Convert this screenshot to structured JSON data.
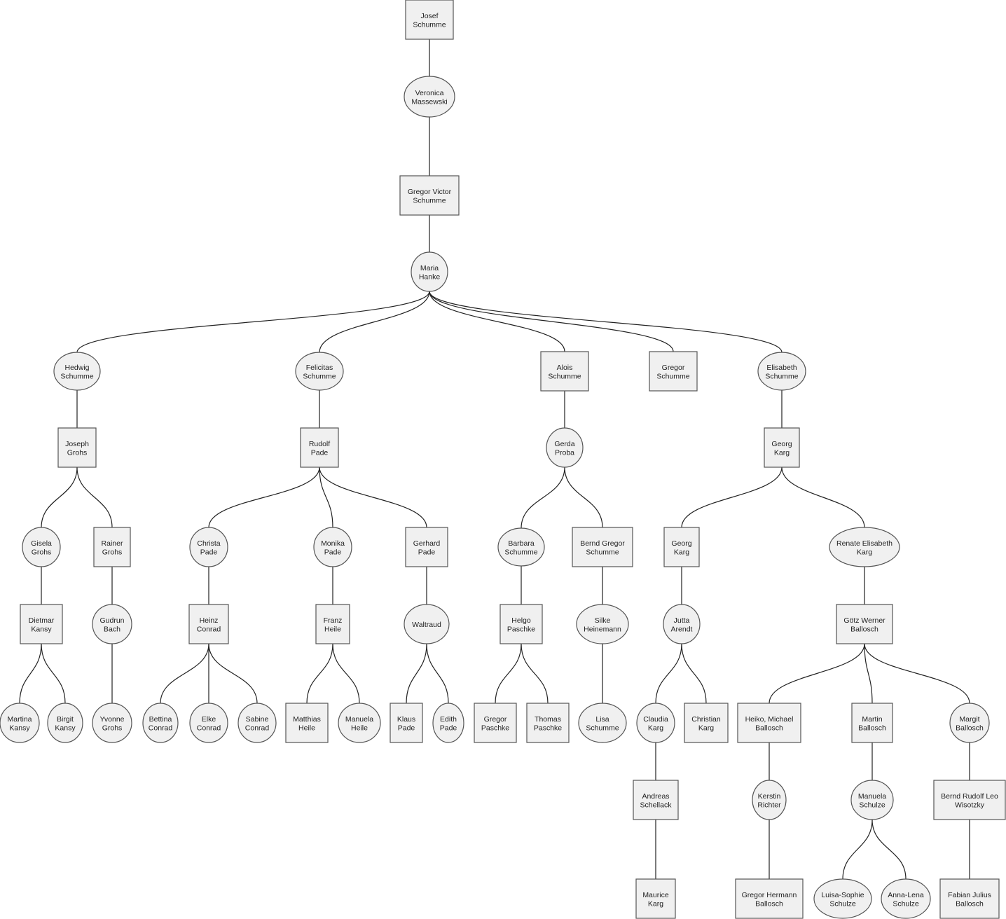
{
  "diagram": {
    "type": "family-tree",
    "nodes": [
      {
        "id": "josef",
        "shape": "box",
        "lines": [
          "Josef",
          "Schumme"
        ]
      },
      {
        "id": "veronica",
        "shape": "oval",
        "lines": [
          "Veronica",
          "Massewski"
        ]
      },
      {
        "id": "gregor_victor",
        "shape": "box",
        "lines": [
          "Gregor Victor",
          "Schumme"
        ]
      },
      {
        "id": "maria",
        "shape": "oval",
        "lines": [
          "Maria",
          "Hanke"
        ]
      },
      {
        "id": "hedwig",
        "shape": "oval",
        "lines": [
          "Hedwig",
          "Schumme"
        ]
      },
      {
        "id": "felicitas",
        "shape": "oval",
        "lines": [
          "Felicitas",
          "Schumme"
        ]
      },
      {
        "id": "alois",
        "shape": "box",
        "lines": [
          "Alois",
          "Schumme"
        ]
      },
      {
        "id": "gregor_s",
        "shape": "box",
        "lines": [
          "Gregor",
          "Schumme"
        ]
      },
      {
        "id": "elisabeth",
        "shape": "oval",
        "lines": [
          "Elisabeth",
          "Schumme"
        ]
      },
      {
        "id": "joseph",
        "shape": "box",
        "lines": [
          "Joseph",
          "Grohs"
        ]
      },
      {
        "id": "rudolf",
        "shape": "box",
        "lines": [
          "Rudolf",
          "Pade"
        ]
      },
      {
        "id": "gerda",
        "shape": "oval",
        "lines": [
          "Gerda",
          "Proba"
        ]
      },
      {
        "id": "georg_k1",
        "shape": "box",
        "lines": [
          "Georg",
          "Karg"
        ]
      },
      {
        "id": "gisela",
        "shape": "oval",
        "lines": [
          "Gisela",
          "Grohs"
        ]
      },
      {
        "id": "rainer",
        "shape": "box",
        "lines": [
          "Rainer",
          "Grohs"
        ]
      },
      {
        "id": "christa",
        "shape": "oval",
        "lines": [
          "Christa",
          "Pade"
        ]
      },
      {
        "id": "monika",
        "shape": "oval",
        "lines": [
          "Monika",
          "Pade"
        ]
      },
      {
        "id": "gerhard",
        "shape": "box",
        "lines": [
          "Gerhard",
          "Pade"
        ]
      },
      {
        "id": "barbara",
        "shape": "oval",
        "lines": [
          "Barbara",
          "Schumme"
        ]
      },
      {
        "id": "bernd_gregor",
        "shape": "box",
        "lines": [
          "Bernd Gregor",
          "Schumme"
        ]
      },
      {
        "id": "georg_k2",
        "shape": "box",
        "lines": [
          "Georg",
          "Karg"
        ]
      },
      {
        "id": "renate",
        "shape": "oval",
        "lines": [
          "Renate Elisabeth",
          "Karg"
        ]
      },
      {
        "id": "dietmar",
        "shape": "box",
        "lines": [
          "Dietmar",
          "Kansy"
        ]
      },
      {
        "id": "gudrun",
        "shape": "oval",
        "lines": [
          "Gudrun",
          "Bach"
        ]
      },
      {
        "id": "heinz",
        "shape": "box",
        "lines": [
          "Heinz",
          "Conrad"
        ]
      },
      {
        "id": "franz",
        "shape": "box",
        "lines": [
          "Franz",
          "Heile"
        ]
      },
      {
        "id": "waltraud",
        "shape": "oval",
        "lines": [
          "Waltraud"
        ]
      },
      {
        "id": "helgo",
        "shape": "box",
        "lines": [
          "Helgo",
          "Paschke"
        ]
      },
      {
        "id": "silke",
        "shape": "oval",
        "lines": [
          "Silke",
          "Heinemann"
        ]
      },
      {
        "id": "jutta",
        "shape": "oval",
        "lines": [
          "Jutta",
          "Arendt"
        ]
      },
      {
        "id": "goetz",
        "shape": "box",
        "lines": [
          "Götz Werner",
          "Ballosch"
        ]
      },
      {
        "id": "martina",
        "shape": "oval",
        "lines": [
          "Martina",
          "Kansy"
        ]
      },
      {
        "id": "birgit",
        "shape": "oval",
        "lines": [
          "Birgit",
          "Kansy"
        ]
      },
      {
        "id": "yvonne",
        "shape": "oval",
        "lines": [
          "Yvonne",
          "Grohs"
        ]
      },
      {
        "id": "bettina",
        "shape": "oval",
        "lines": [
          "Bettina",
          "Conrad"
        ]
      },
      {
        "id": "elke",
        "shape": "oval",
        "lines": [
          "Elke",
          "Conrad"
        ]
      },
      {
        "id": "sabine",
        "shape": "oval",
        "lines": [
          "Sabine",
          "Conrad"
        ]
      },
      {
        "id": "matthias",
        "shape": "box",
        "lines": [
          "Matthias",
          "Heile"
        ]
      },
      {
        "id": "manuela_h",
        "shape": "oval",
        "lines": [
          "Manuela",
          "Heile"
        ]
      },
      {
        "id": "klaus",
        "shape": "box",
        "lines": [
          "Klaus",
          "Pade"
        ]
      },
      {
        "id": "edith",
        "shape": "oval",
        "lines": [
          "Edith",
          "Pade"
        ]
      },
      {
        "id": "gregor_p",
        "shape": "box",
        "lines": [
          "Gregor",
          "Paschke"
        ]
      },
      {
        "id": "thomas",
        "shape": "box",
        "lines": [
          "Thomas",
          "Paschke"
        ]
      },
      {
        "id": "lisa",
        "shape": "oval",
        "lines": [
          "Lisa",
          "Schumme"
        ]
      },
      {
        "id": "claudia",
        "shape": "oval",
        "lines": [
          "Claudia",
          "Karg"
        ]
      },
      {
        "id": "christian",
        "shape": "box",
        "lines": [
          "Christian",
          "Karg"
        ]
      },
      {
        "id": "heiko",
        "shape": "box",
        "lines": [
          "Heiko, Michael",
          "Ballosch"
        ]
      },
      {
        "id": "martin",
        "shape": "box",
        "lines": [
          "Martin",
          "Ballosch"
        ]
      },
      {
        "id": "margit",
        "shape": "oval",
        "lines": [
          "Margit",
          "Ballosch"
        ]
      },
      {
        "id": "andreas",
        "shape": "box",
        "lines": [
          "Andreas",
          "Schellack"
        ]
      },
      {
        "id": "kerstin",
        "shape": "oval",
        "lines": [
          "Kerstin",
          "Richter"
        ]
      },
      {
        "id": "manuela_s",
        "shape": "oval",
        "lines": [
          "Manuela",
          "Schulze"
        ]
      },
      {
        "id": "bernd_rudolf",
        "shape": "box",
        "lines": [
          "Bernd Rudolf Leo",
          "Wisotzky"
        ]
      },
      {
        "id": "maurice",
        "shape": "box",
        "lines": [
          "Maurice",
          "Karg"
        ]
      },
      {
        "id": "gregor_hermann",
        "shape": "box",
        "lines": [
          "Gregor Hermann",
          "Ballosch"
        ]
      },
      {
        "id": "luisa",
        "shape": "oval",
        "lines": [
          "Luisa-Sophie",
          "Schulze"
        ]
      },
      {
        "id": "anna",
        "shape": "oval",
        "lines": [
          "Anna-Lena",
          "Schulze"
        ]
      },
      {
        "id": "fabian",
        "shape": "box",
        "lines": [
          "Fabian Julius",
          "Ballosch"
        ]
      }
    ],
    "edges": [
      [
        "josef",
        "veronica"
      ],
      [
        "veronica",
        "gregor_victor"
      ],
      [
        "gregor_victor",
        "maria"
      ],
      [
        "maria",
        "hedwig"
      ],
      [
        "maria",
        "felicitas"
      ],
      [
        "maria",
        "alois"
      ],
      [
        "maria",
        "gregor_s"
      ],
      [
        "maria",
        "elisabeth"
      ],
      [
        "hedwig",
        "joseph"
      ],
      [
        "felicitas",
        "rudolf"
      ],
      [
        "alois",
        "gerda"
      ],
      [
        "elisabeth",
        "georg_k1"
      ],
      [
        "joseph",
        "gisela"
      ],
      [
        "joseph",
        "rainer"
      ],
      [
        "rudolf",
        "christa"
      ],
      [
        "rudolf",
        "monika"
      ],
      [
        "rudolf",
        "gerhard"
      ],
      [
        "gerda",
        "barbara"
      ],
      [
        "gerda",
        "bernd_gregor"
      ],
      [
        "georg_k1",
        "georg_k2"
      ],
      [
        "georg_k1",
        "renate"
      ],
      [
        "gisela",
        "dietmar"
      ],
      [
        "rainer",
        "gudrun"
      ],
      [
        "christa",
        "heinz"
      ],
      [
        "monika",
        "franz"
      ],
      [
        "gerhard",
        "waltraud"
      ],
      [
        "barbara",
        "helgo"
      ],
      [
        "bernd_gregor",
        "silke"
      ],
      [
        "georg_k2",
        "jutta"
      ],
      [
        "renate",
        "goetz"
      ],
      [
        "dietmar",
        "martina"
      ],
      [
        "dietmar",
        "birgit"
      ],
      [
        "gudrun",
        "yvonne"
      ],
      [
        "heinz",
        "bettina"
      ],
      [
        "heinz",
        "elke"
      ],
      [
        "heinz",
        "sabine"
      ],
      [
        "franz",
        "matthias"
      ],
      [
        "franz",
        "manuela_h"
      ],
      [
        "waltraud",
        "klaus"
      ],
      [
        "waltraud",
        "edith"
      ],
      [
        "helgo",
        "gregor_p"
      ],
      [
        "helgo",
        "thomas"
      ],
      [
        "silke",
        "lisa"
      ],
      [
        "jutta",
        "claudia"
      ],
      [
        "jutta",
        "christian"
      ],
      [
        "goetz",
        "heiko"
      ],
      [
        "goetz",
        "martin"
      ],
      [
        "goetz",
        "margit"
      ],
      [
        "claudia",
        "andreas"
      ],
      [
        "heiko",
        "kerstin"
      ],
      [
        "martin",
        "manuela_s"
      ],
      [
        "margit",
        "bernd_rudolf"
      ],
      [
        "andreas",
        "maurice"
      ],
      [
        "kerstin",
        "gregor_hermann"
      ],
      [
        "manuela_s",
        "luisa"
      ],
      [
        "manuela_s",
        "anna"
      ],
      [
        "bernd_rudolf",
        "fabian"
      ]
    ]
  }
}
